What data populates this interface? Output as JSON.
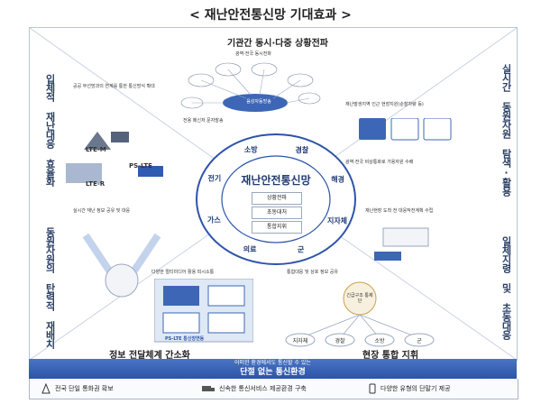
{
  "title": "< 재난안전통신망 기대효과 >",
  "center": {
    "name": "재난안전통신망",
    "boxes": [
      "상황전파",
      "초동대처",
      "통합지휘"
    ],
    "ring": [
      "소방",
      "경찰",
      "해경",
      "지자체",
      "군",
      "의료",
      "가스",
      "전기"
    ]
  },
  "quadrants": {
    "top": "기관간 동시·다중 상황전파",
    "left_bottom": "정보 전달체계 간소화",
    "right_bottom": "현장 통합 지휘"
  },
  "sidebars": {
    "left_top": "입체적 재난대응 효율화",
    "left_bottom": "동원자원의 탄력적 재배치",
    "right_top": "실시간 동원자원 탐색·활용",
    "right_bottom": "일체지령 및 초동대응"
  },
  "notes": {
    "top_1": "광역·전국 동시전파",
    "top_2": "음성자동방송",
    "top_3": "전용 메신저 문자발송",
    "lt_1": "공공 무선망과의 연계를 통한 통신방식 확대",
    "lt_2": "LTE-M",
    "lt_3": "PS-LTE",
    "lt_4": "LTE-R",
    "rt_1": "재난발생지역 인근 현장지원(순찰차량 등)",
    "rt_2": "광역·전국 비상통화로 가용자원 수배",
    "lb_1": "실시간 재난 정보 공유 및 대응",
    "lb_2": "다양한 멀티미디어 활용 피시소통",
    "lb_3": "PS-LTE 통신망연동",
    "rb_1": "재난현장 도착 전 대응작전계획 수립",
    "rb_2": "통합대응 및 상호 정보 공유",
    "rb_3": "긴급구조 통제단",
    "rb_groups": [
      "지자체",
      "경찰",
      "소방",
      "군"
    ]
  },
  "bottom": {
    "line1": "어떠한 환경에서도 통신할 수 있는",
    "line2": "단절 없는 통신환경"
  },
  "footer": [
    {
      "icon": "tower-icon",
      "label": "전국 단일 통화권 확보"
    },
    {
      "icon": "truck-icon",
      "label": "신속한 통신서비스 제공환경 구축"
    },
    {
      "icon": "phone-icon",
      "label": "다양한 유형의 단말기 제공"
    }
  ],
  "colors": {
    "accent": "#2c54a8",
    "ring": "#1f3b72",
    "panel": "#dfe8f5"
  }
}
